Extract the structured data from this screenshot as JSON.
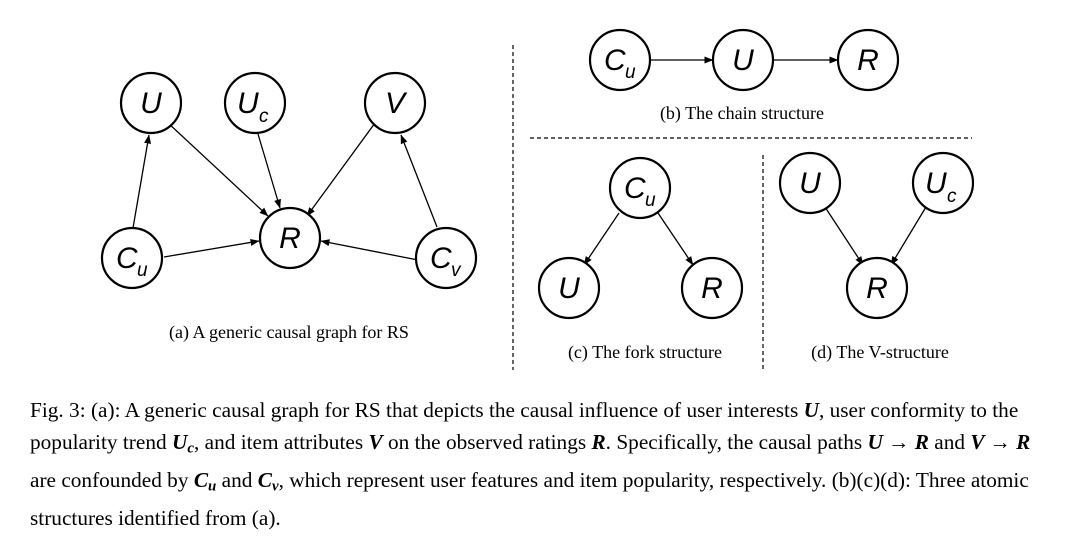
{
  "panels": {
    "a": {
      "caption": "(a) A generic causal graph for RS",
      "nodes": {
        "U": {
          "base": "U",
          "sub": ""
        },
        "Uc": {
          "base": "U",
          "sub": "c"
        },
        "V": {
          "base": "V",
          "sub": ""
        },
        "Cu": {
          "base": "C",
          "sub": "u"
        },
        "R": {
          "base": "R",
          "sub": ""
        },
        "Cv": {
          "base": "C",
          "sub": "v"
        }
      }
    },
    "b": {
      "caption": "(b) The chain structure",
      "nodes": {
        "Cu": {
          "base": "C",
          "sub": "u"
        },
        "U": {
          "base": "U",
          "sub": ""
        },
        "R": {
          "base": "R",
          "sub": ""
        }
      }
    },
    "c": {
      "caption": "(c) The fork structure",
      "nodes": {
        "Cu": {
          "base": "C",
          "sub": "u"
        },
        "U": {
          "base": "U",
          "sub": ""
        },
        "R": {
          "base": "R",
          "sub": ""
        }
      }
    },
    "d": {
      "caption": "(d) The V-structure",
      "nodes": {
        "U": {
          "base": "U",
          "sub": ""
        },
        "Uc": {
          "base": "U",
          "sub": "c"
        },
        "R": {
          "base": "R",
          "sub": ""
        }
      }
    }
  },
  "caption": {
    "p1": "Fig. 3: (a): A generic causal graph for RS that depicts the causal influence of user interests ",
    "m1": "U",
    "p2": ", user conformity to the popularity trend ",
    "m2": "U",
    "m2s": "c",
    "p3": ", and item attributes ",
    "m3": "V",
    "p4": " on the observed ratings ",
    "m4": "R",
    "p5": ". Specifically, the causal paths ",
    "m5": "U → R",
    "p6": " and ",
    "m6": "V → R",
    "p7": " are confounded by ",
    "m7": "C",
    "m7s": "u",
    "p8": " and ",
    "m8": "C",
    "m8s": "v",
    "p9": ", which represent user features and item popularity, respectively. (b)(c)(d): Three atomic structures identified from (a)."
  }
}
